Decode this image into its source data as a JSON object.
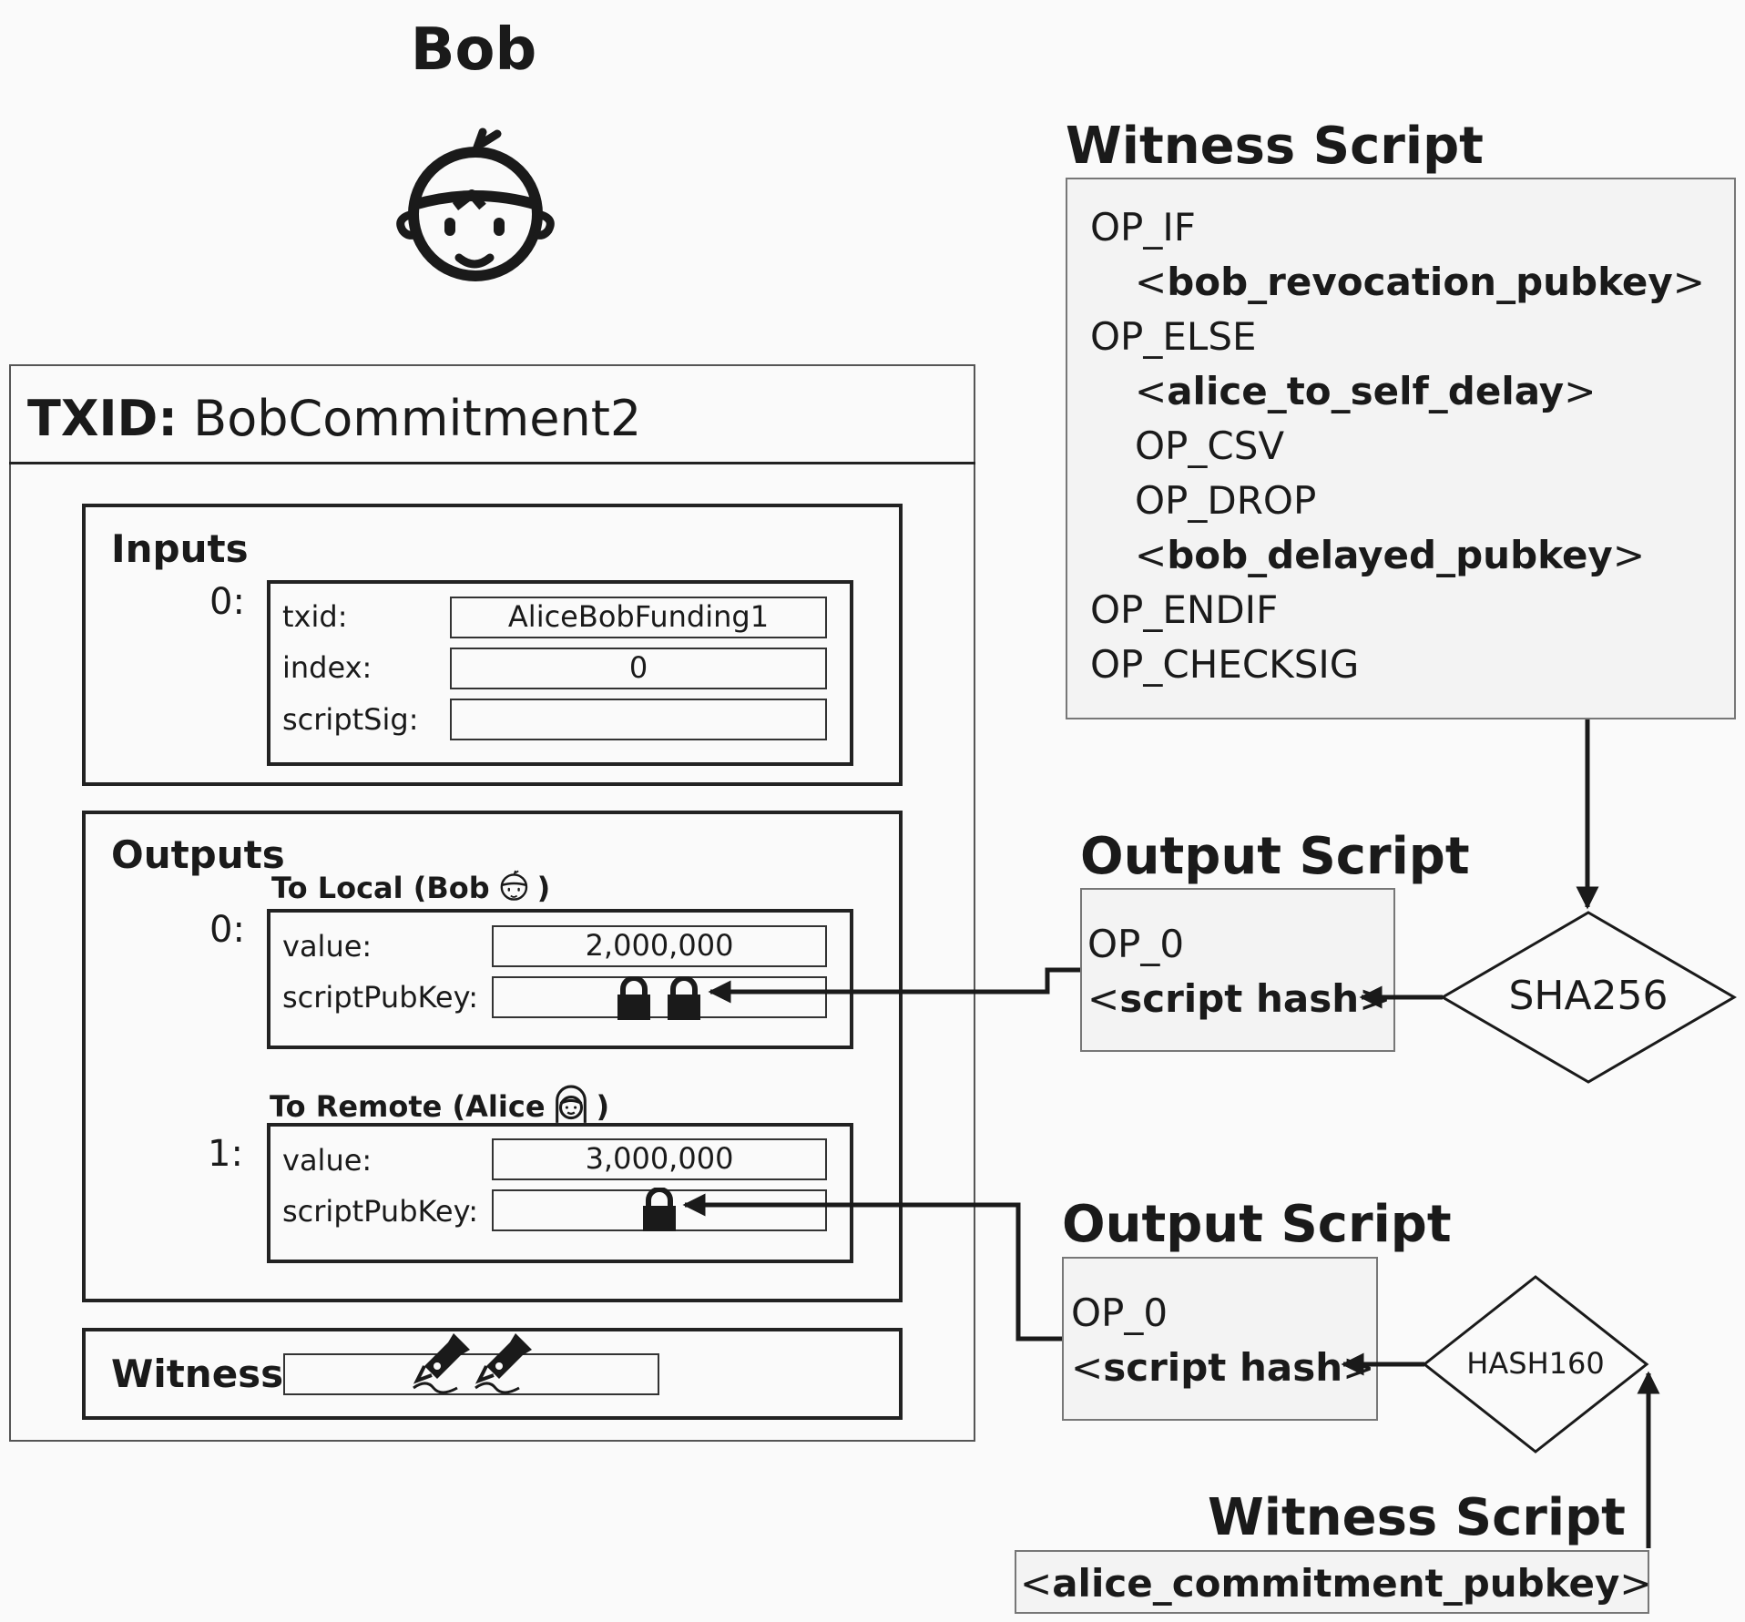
{
  "bob": {
    "title": "Bob"
  },
  "tx": {
    "txid_label": "TXID:",
    "txid_value": "BobCommitment2",
    "inputs": {
      "title": "Inputs",
      "index": "0:",
      "txid_label": "txid:",
      "txid_value": "AliceBobFunding1",
      "index_label": "index:",
      "index_value": "0",
      "scriptsig_label": "scriptSig:",
      "scriptsig_value": ""
    },
    "outputs": {
      "title": "Outputs",
      "local": {
        "title_prefix": "To Local (Bob",
        "title_suffix": ")",
        "index": "0:",
        "value_label": "value:",
        "value": "2,000,000",
        "spk_label": "scriptPubKey:"
      },
      "remote": {
        "title_prefix": "To Remote (Alice",
        "title_suffix": ")",
        "index": "1:",
        "value_label": "value:",
        "value": "3,000,000",
        "spk_label": "scriptPubKey:"
      }
    },
    "witness": {
      "title": "Witness"
    }
  },
  "witness_script_top": {
    "title": "Witness Script",
    "lines": {
      "l1": "OP_IF",
      "l2_open": "<",
      "l2_bold": "bob_revocation_pubkey",
      "l2_close": ">",
      "l3": "OP_ELSE",
      "l4_open": "<",
      "l4_bold": "alice_to_self_delay",
      "l4_close": ">",
      "l5": "OP_CSV",
      "l6": "OP_DROP",
      "l7_open": "<",
      "l7_bold": "bob_delayed_pubkey",
      "l7_close": ">",
      "l8": "OP_ENDIF",
      "l9": "OP_CHECKSIG"
    }
  },
  "output_script_top": {
    "title": "Output Script",
    "op0": "OP_0",
    "hash_open": "<",
    "hash_bold": "script hash",
    "hash_close": ">"
  },
  "sha256": {
    "label": "SHA256"
  },
  "output_script_bottom": {
    "title": "Output Script",
    "op0": "OP_0",
    "hash_open": "<",
    "hash_bold": "script hash",
    "hash_close": ">"
  },
  "hash160": {
    "label": "HASH160"
  },
  "witness_script_bottom": {
    "title": "Witness Script",
    "open": "<",
    "bold": "alice_commitment_pubkey",
    "close": ">"
  }
}
